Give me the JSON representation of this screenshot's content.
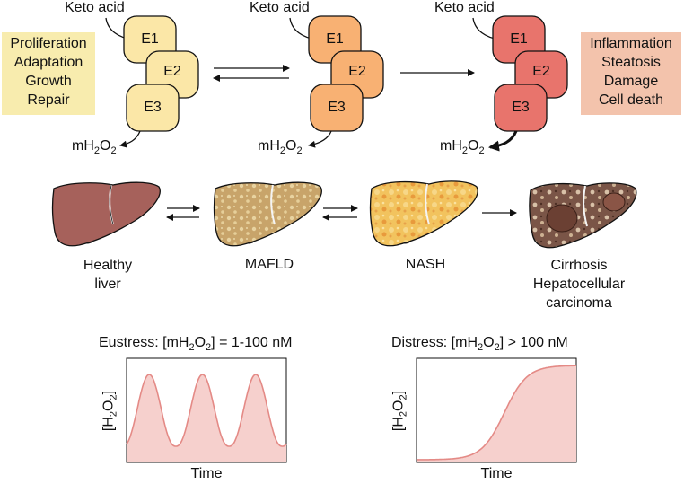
{
  "colors": {
    "left_box": "#f8ecae",
    "right_box": "#f3c3ac",
    "enzyme_pale": "#fbe7a7",
    "enzyme_orange": "#f8b173",
    "enzyme_red": "#e8746c",
    "liver_healthy": "#a6615b",
    "liver_mafld": "#c9a66b",
    "liver_nash": "#f0bf5a",
    "liver_cirrhosis": "#6e4b3e",
    "curve_fill": "#f6d0cd",
    "curve_line": "#e48a86"
  },
  "enzyme_groups": [
    {
      "substrate": "Keto acid",
      "enzymes": [
        "E1",
        "E2",
        "E3"
      ],
      "product": {
        "base": "mH",
        "sub1": "2",
        "mid": "O",
        "sub2": "2"
      }
    },
    {
      "substrate": "Keto acid",
      "enzymes": [
        "E1",
        "E2",
        "E3"
      ],
      "product": {
        "base": "mH",
        "sub1": "2",
        "mid": "O",
        "sub2": "2"
      }
    },
    {
      "substrate": "Keto acid",
      "enzymes": [
        "E1",
        "E2",
        "E3"
      ],
      "product": {
        "base": "mH",
        "sub1": "2",
        "mid": "O",
        "sub2": "2"
      }
    }
  ],
  "left_box": [
    "Proliferation",
    "Adaptation",
    "Growth",
    "Repair"
  ],
  "right_box": [
    "Inflammation",
    "Steatosis",
    "Damage",
    "Cell death"
  ],
  "livers": {
    "healthy": [
      "Healthy",
      "liver"
    ],
    "mafld": [
      "MAFLD"
    ],
    "nash": [
      "NASH"
    ],
    "cirrhosis": [
      "Cirrhosis",
      "Hepatocellular",
      "carcinoma"
    ]
  },
  "eustress": {
    "title_pre": "Eustress: [mH",
    "title_sub1": "2",
    "title_mid": "O",
    "title_sub2": "2",
    "title_post": "] = 1-100 nM",
    "xlabel": "Time",
    "ylabel": {
      "pre": "[H",
      "sub1": "2",
      "mid": "O",
      "sub2": "2",
      "post": "]"
    }
  },
  "distress": {
    "title_pre": "Distress: [mH",
    "title_sub1": "2",
    "title_mid": "O",
    "title_sub2": "2",
    "title_post": "] > 100 nM",
    "xlabel": "Time",
    "ylabel": {
      "pre": "[H",
      "sub1": "2",
      "mid": "O",
      "sub2": "2",
      "post": "]"
    }
  }
}
